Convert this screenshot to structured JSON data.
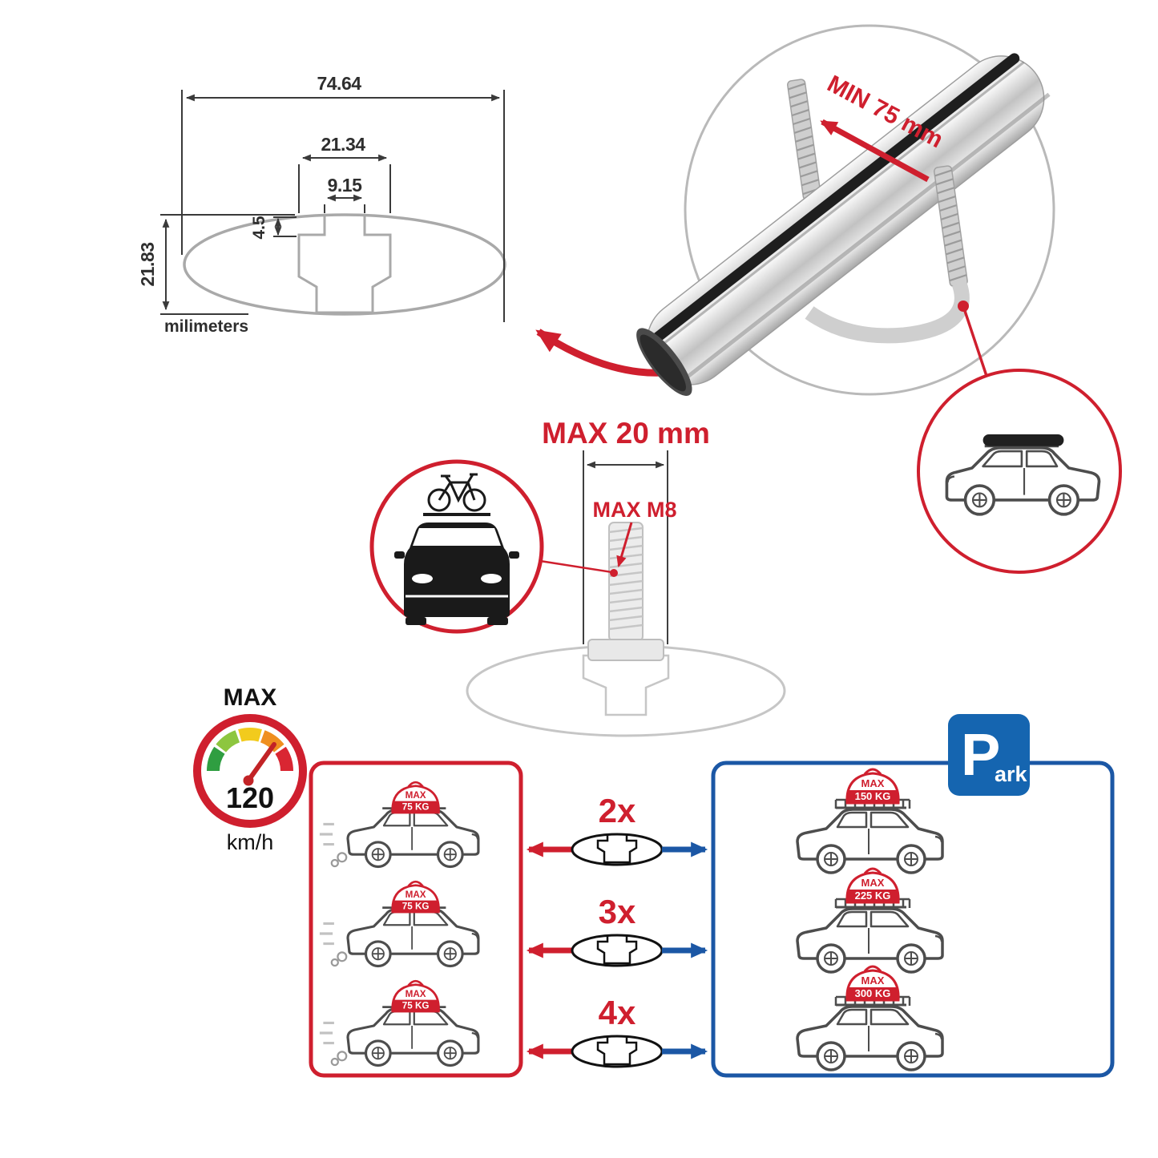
{
  "colors": {
    "accent_red": "#cf1f2e",
    "accent_blue": "#1b57a5",
    "park_blue": "#1565b0",
    "line_gray": "#a9a9a9"
  },
  "cross_section": {
    "width_overall": "74.64",
    "width_channel": "21.34",
    "width_slot": "9.15",
    "lip_depth": "4.5",
    "height": "21.83",
    "units": "milimeters"
  },
  "clamp": {
    "min_label": "MIN 75 mm"
  },
  "bolt": {
    "max_width": "MAX 20 mm",
    "max_thread": "MAX M8"
  },
  "speed_limit": {
    "title": "MAX",
    "value": "120",
    "units": "km/h"
  },
  "capacity": {
    "multipliers": [
      "2x",
      "3x",
      "4x"
    ],
    "left": {
      "items": [
        {
          "max": "MAX",
          "weight": "75 KG"
        },
        {
          "max": "MAX",
          "weight": "75 KG"
        },
        {
          "max": "MAX",
          "weight": "75 KG"
        }
      ]
    },
    "right": {
      "items": [
        {
          "max": "MAX",
          "weight": "150 KG"
        },
        {
          "max": "MAX",
          "weight": "225 KG"
        },
        {
          "max": "MAX",
          "weight": "300 KG"
        }
      ]
    },
    "park_sign": {
      "letter": "P",
      "suffix": "ark"
    }
  }
}
